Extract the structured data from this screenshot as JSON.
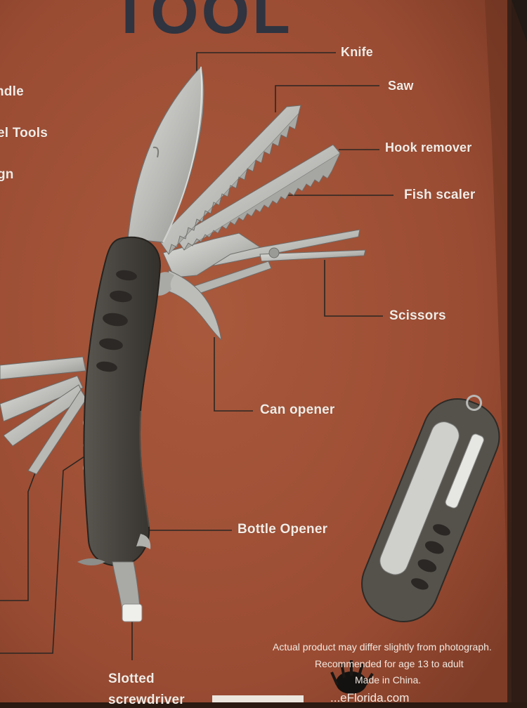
{
  "heading": "TOOL",
  "left_cut_labels": [
    "ndle",
    "el Tools",
    "gn"
  ],
  "parts": {
    "knife": "Knife",
    "saw": "Saw",
    "hook_remover": "Hook remover",
    "fish_scaler": "Fish scaler",
    "scissors": "Scissors",
    "can_opener": "Can opener",
    "bottle_opener": "Bottle Opener",
    "slotted_screwdriver_line1": "Slotted",
    "slotted_screwdriver_line2": "screwdriver"
  },
  "disclaimer": {
    "line1": "Actual product may differ slightly from photograph.",
    "line2": "Recommended for age 13 to adult",
    "line3": "Made in China.",
    "url_fragment": "...eFlorida.com"
  },
  "colors": {
    "box_background": "#a4553a",
    "label_text": "#f3ece6",
    "heading_text": "#2f3440",
    "leader_line": "#2b2622",
    "handle": "#4a4742",
    "blade": "#c9c9c6"
  }
}
